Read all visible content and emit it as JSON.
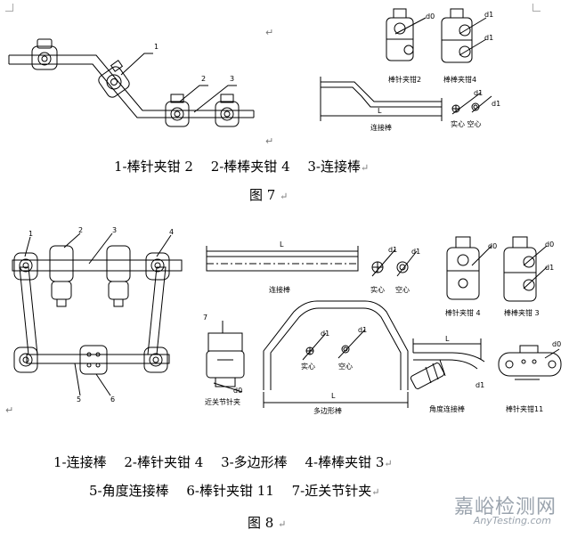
{
  "figure7": {
    "callouts": [
      "1",
      "2",
      "3"
    ],
    "caption": "1-棒针夹钳 2　 2-棒棒夹钳 4　 3-连接棒",
    "title": "图 7",
    "labels": {
      "clamp2": "棒针夹钳2",
      "clamp4": "棒棒夹钳4",
      "rod": "连接棒",
      "solid_hollow": "实心  空心",
      "L": "L",
      "d0": "d0",
      "d1": "d1"
    }
  },
  "figure8": {
    "callouts": [
      "1",
      "2",
      "3",
      "4",
      "5",
      "6",
      "7"
    ],
    "caption_line1": "1-连接棒　 2-棒针夹钳 4　 3-多边形棒　 4-棒棒夹钳 3",
    "caption_line2": "5-角度连接棒　 6-棒针夹钳 11　 7-近关节针夹",
    "title": "图 8",
    "labels": {
      "rod": "连接棒",
      "solid": "实心",
      "hollow": "空心",
      "clamp4": "棒针夹钳 4",
      "clamp3": "棒棒夹钳 3",
      "near_joint": "近关节针夹",
      "polygon": "多边形棒",
      "angle_rod": "角度连接棒",
      "clamp11": "棒针夹钳11",
      "L": "L",
      "d0": "d0",
      "d1": "d1"
    }
  },
  "paragraph_mark": "↵",
  "watermark": {
    "cn": "嘉峪检测网",
    "en": "AnyTesting.com"
  }
}
